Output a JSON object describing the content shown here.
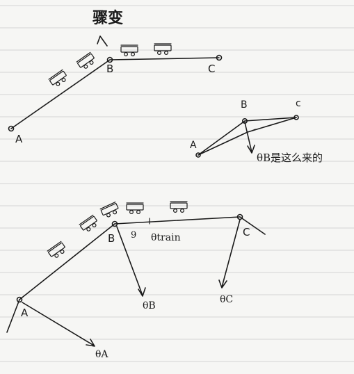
{
  "heading": "骤变",
  "diagram1": {
    "label_A": "A",
    "label_B": "B",
    "label_C": "C"
  },
  "diagram2": {
    "label_A": "A",
    "label_B": "B",
    "label_C": "c",
    "note": "θB是这么来的"
  },
  "diagram3": {
    "label_A": "A",
    "label_B": "B",
    "label_C": "C",
    "theta_A": "θA",
    "theta_B": "θB",
    "theta_C": "θC",
    "theta_train": "θtrain",
    "angle_mark": "9"
  },
  "colors": {
    "ink": "#1a1a1a",
    "paper": "#f6f6f4",
    "rule": "#d4d4d4"
  }
}
